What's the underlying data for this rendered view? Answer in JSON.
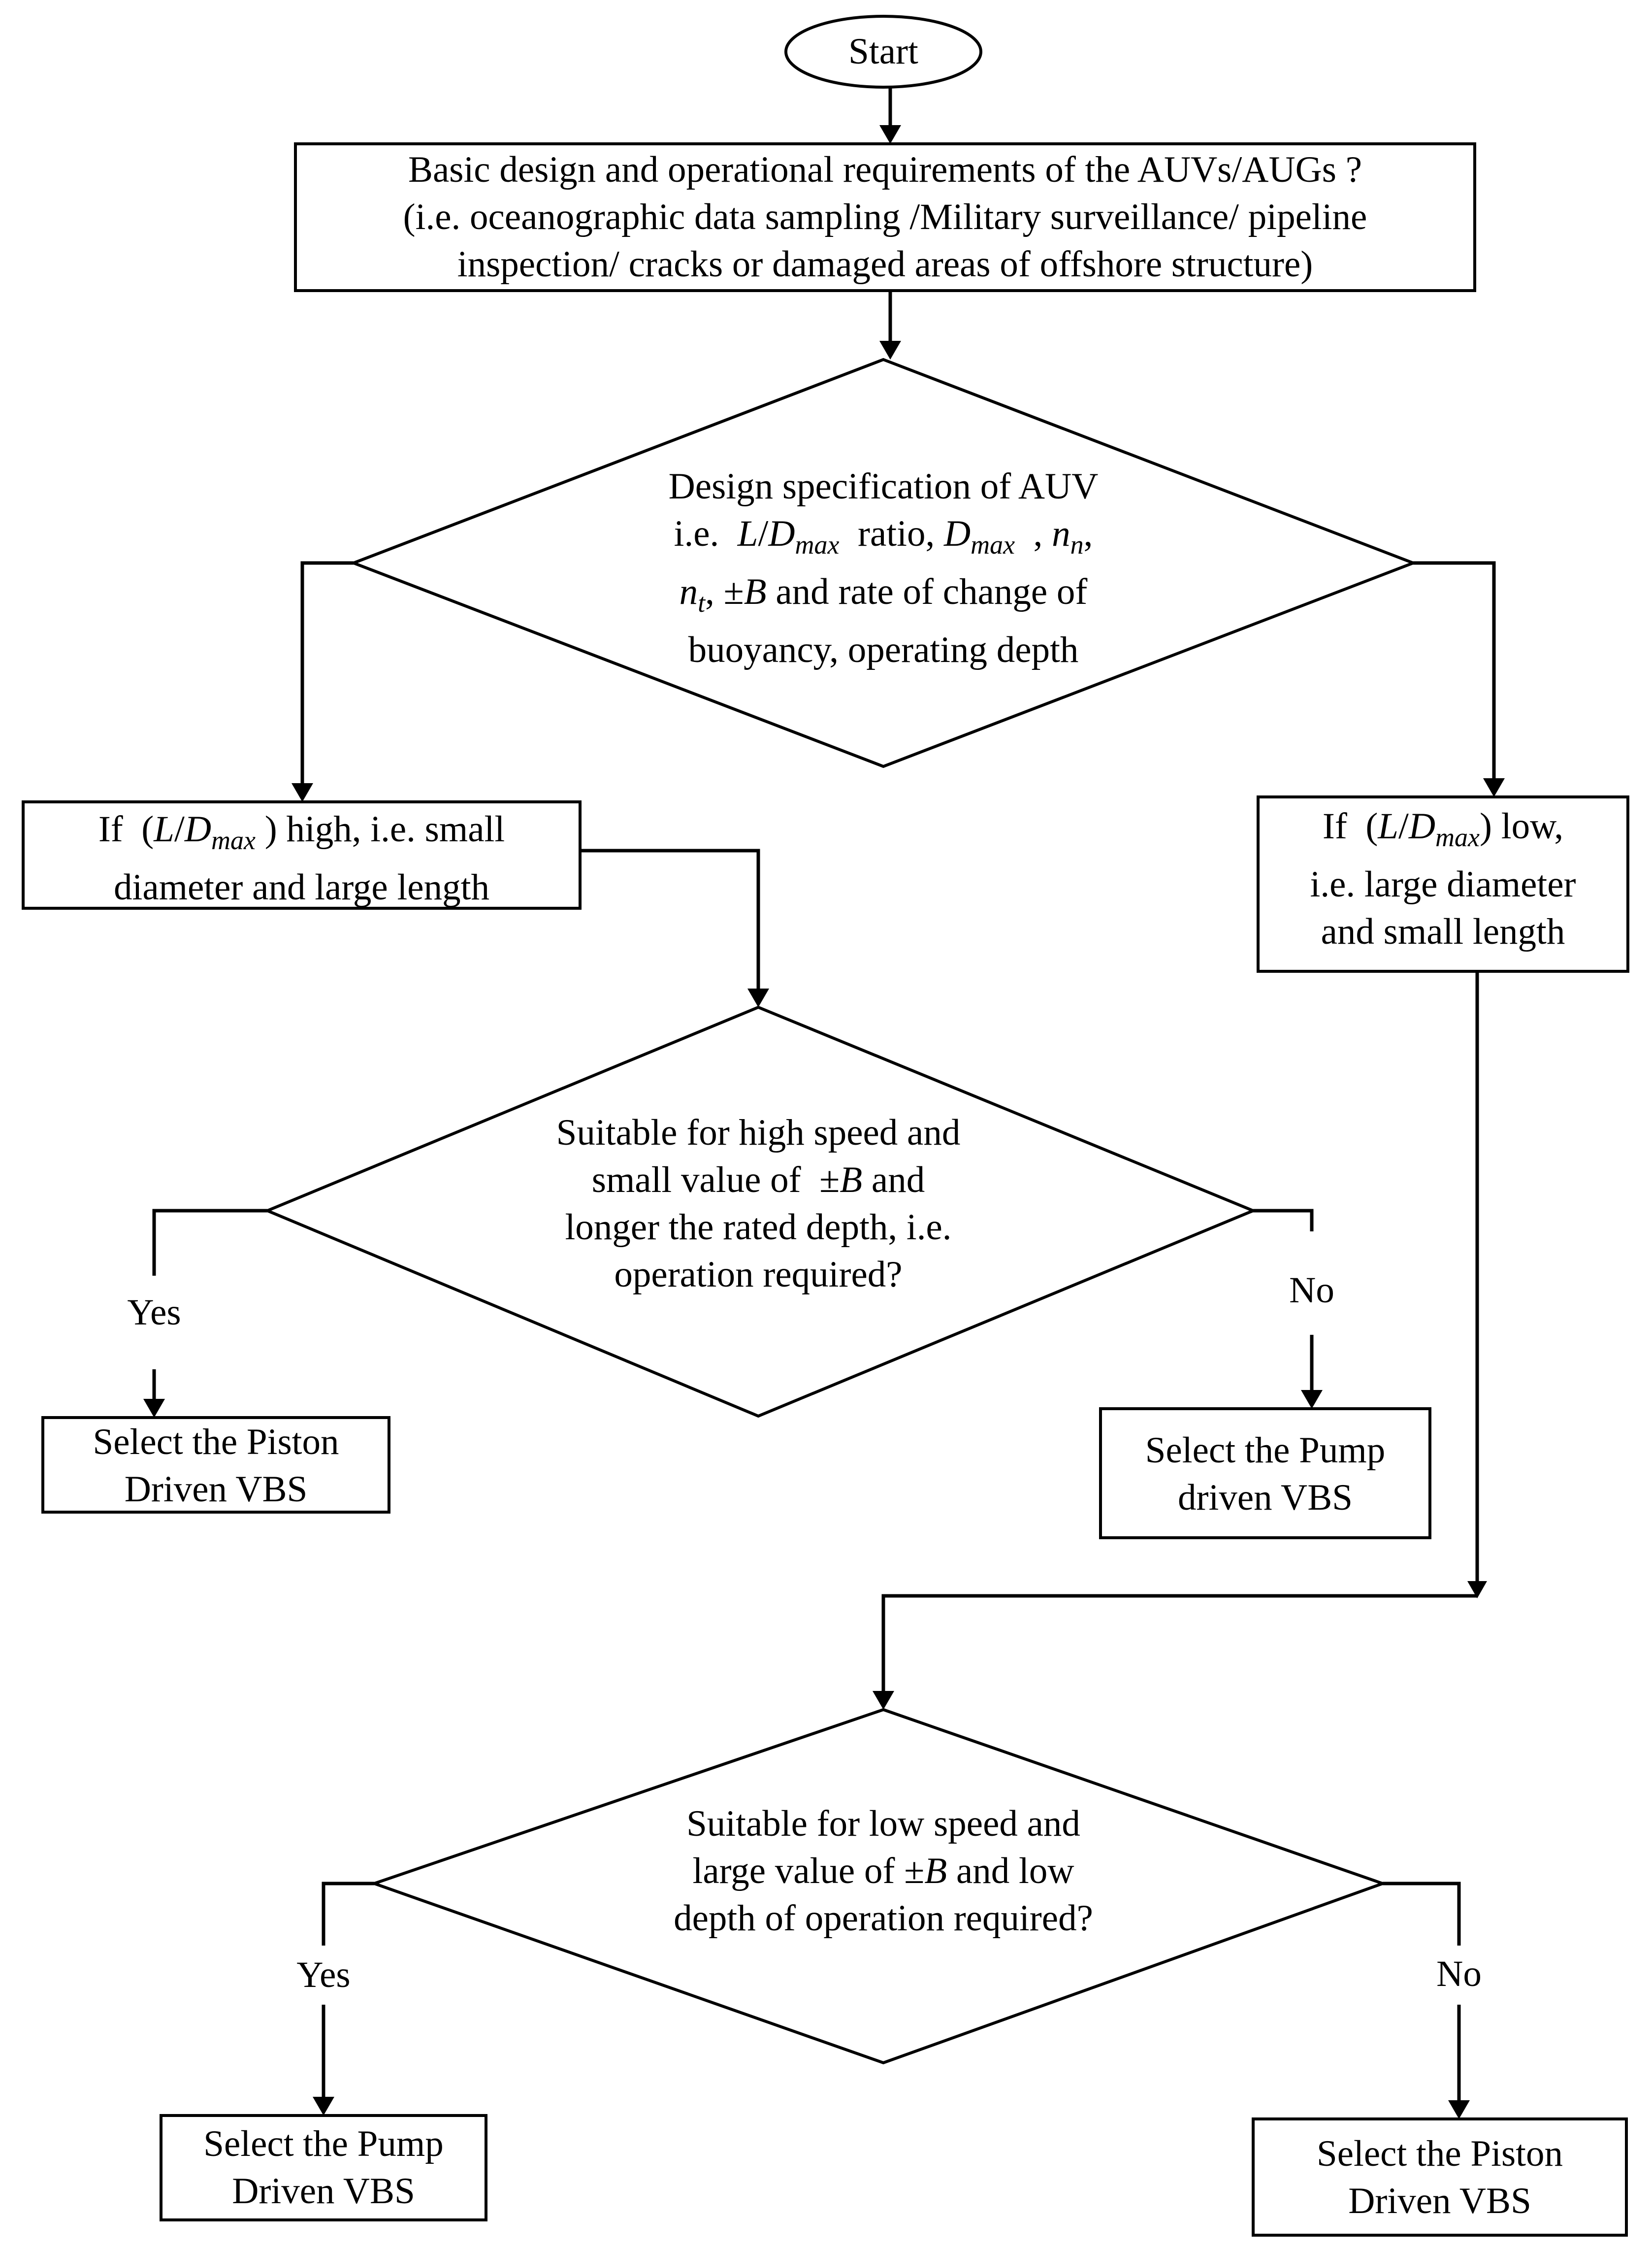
{
  "start": {
    "label": "Start"
  },
  "requirements": {
    "lines": [
      "Basic design and operational requirements of the AUVs/AUGs ?",
      "(i.e. oceanographic data sampling /Military surveillance/ pipeline",
      "inspection/ cracks or damaged areas of offshore structure)"
    ]
  },
  "design_spec": {
    "line1": "Design specification of AUV",
    "l2_a": "i.e.",
    "l2_b": "ratio,",
    "l3_b": "and rate of change of",
    "line4": "buoyancy, operating depth"
  },
  "math": {
    "L": "L",
    "slash": "/",
    "D": "D",
    "max": "max",
    "n": "n",
    "n_sub_n": "n",
    "n_sub_t": "t",
    "comma": ",",
    "pm": "±",
    "B": "B",
    "open_paren": "(",
    "close_paren": ")"
  },
  "high_ratio": {
    "l1_a": "If",
    "l1_b": "high, i.e. small",
    "line2": "diameter and large length"
  },
  "low_ratio": {
    "l1_a": "If",
    "l1_b": "low,",
    "line2": "i.e. large diameter",
    "line3": "and small length"
  },
  "high_speed_decision": {
    "line1": "Suitable for high speed and",
    "l2_a": "small value of",
    "l2_b": "and",
    "line3": "longer the rated depth, i.e.",
    "line4": "operation required?"
  },
  "low_speed_decision": {
    "line1": "Suitable for low speed and",
    "l2_a": "large value of",
    "l2_b": "and low",
    "line3": "depth of operation required?"
  },
  "edge_labels": {
    "high_yes": "Yes",
    "high_no": "No",
    "low_yes": "Yes",
    "low_no": "No"
  },
  "outcomes": {
    "piston_1": {
      "line1": "Select the Piston",
      "line2": "Driven VBS"
    },
    "pump_1": {
      "line1": "Select the Pump",
      "line2": "driven VBS"
    },
    "pump_2": {
      "line1": "Select the Pump",
      "line2": "Driven VBS"
    },
    "piston_2": {
      "line1": "Select the Piston",
      "line2": "Driven VBS"
    }
  }
}
